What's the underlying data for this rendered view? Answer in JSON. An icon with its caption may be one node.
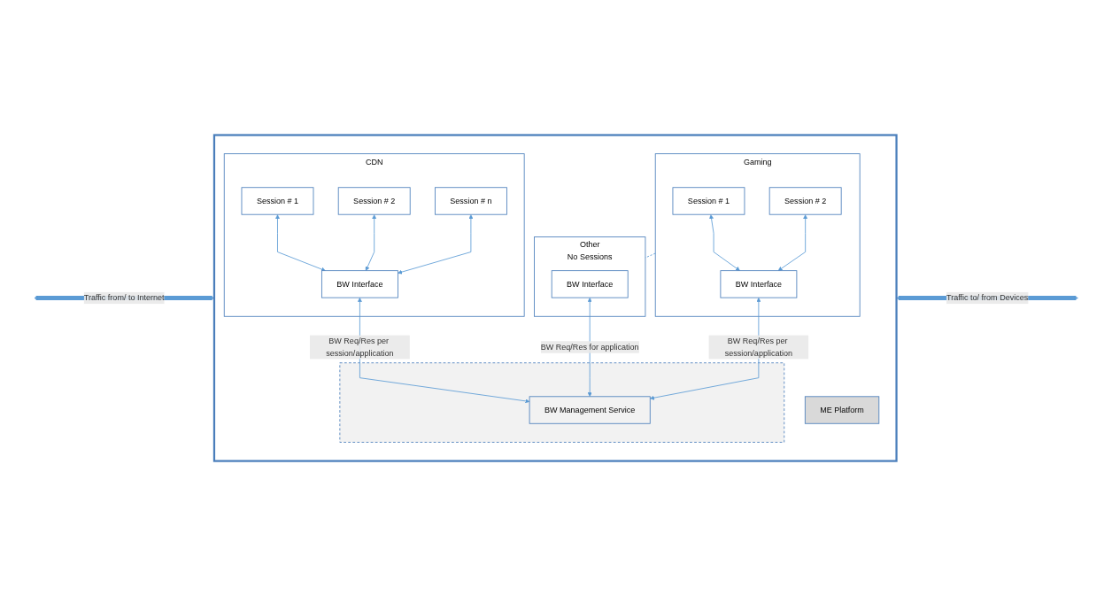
{
  "diagram": {
    "nodes": [
      {
        "text": [],
        "shape": "box"
      },
      {
        "text": [
          "CDN"
        ],
        "in": 0
      },
      {
        "text": [
          "Session # 1"
        ],
        "in": 1
      },
      {
        "text": [
          "Session # 2"
        ],
        "in": 1
      },
      {
        "text": [
          "Session # n"
        ],
        "in": 1
      },
      {
        "text": [
          "BW Interface"
        ],
        "in": 1
      },
      {
        "text": [
          "Gaming"
        ],
        "in": 0
      },
      {
        "text": [
          "Session # 1"
        ],
        "in": 6
      },
      {
        "text": [
          "Session # 2"
        ],
        "in": 6
      },
      {
        "text": [
          "BW Interface"
        ],
        "in": 6
      },
      {
        "text": [
          "Other",
          "No Sessions"
        ],
        "in": 0
      },
      {
        "text": [
          "BW Interface"
        ],
        "in": 10
      },
      {
        "text": [],
        "shape": "box",
        "in": 0
      },
      {
        "text": [
          "BW Management Service"
        ],
        "in": 12
      },
      {
        "text": [
          "ME Platform"
        ],
        "in": 0
      }
    ],
    "edges": [
      {
        "from": 2,
        "to": 5,
        "arrow": "both"
      },
      {
        "from": 3,
        "to": 5,
        "arrow": "both"
      },
      {
        "from": 4,
        "to": 5,
        "arrow": "both"
      },
      {
        "from": 7,
        "to": 9,
        "arrow": "both"
      },
      {
        "from": 8,
        "to": 9,
        "arrow": "both"
      },
      {
        "from": 6,
        "to": 10,
        "arrow": "none",
        "style": "dashed"
      },
      {
        "from": 5,
        "to": 13,
        "arrow": "both",
        "label": "BW Req/Res per session/application"
      },
      {
        "from": 9,
        "to": 13,
        "arrow": "both",
        "label": "BW Req/Res per session/application"
      },
      {
        "from": 11,
        "to": 13,
        "arrow": "both",
        "label": "BW Req/Res for application"
      },
      {
        "from": null,
        "to": 0,
        "arrow": "both",
        "style": "thick",
        "label": "Traffic from/ to Internet"
      },
      {
        "from": 0,
        "to": null,
        "arrow": "both",
        "style": "thick",
        "label": "Traffic to/ from Devices"
      }
    ]
  }
}
